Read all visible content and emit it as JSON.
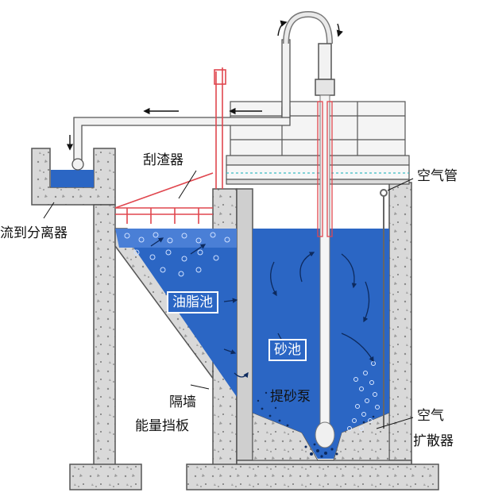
{
  "labels": {
    "scraper": "刮渣器",
    "to_separator": "流到分离器",
    "grease_tank": "油脂池",
    "sand_tank": "砂池",
    "air_pipe": "空气管",
    "partition_wall_line1": "隔墙",
    "partition_wall_line2": "能量挡板",
    "sand_pump": "提砂泵",
    "air_diffuser_line1": "空气",
    "air_diffuser_line2": "扩散器"
  },
  "colors": {
    "concrete": "#d8d8d8",
    "concrete_edge": "#555555",
    "water": "#2b66c4",
    "water_light": "#5b8fe0",
    "scraper": "#e0474f",
    "pipe": "#f2f2f2"
  }
}
